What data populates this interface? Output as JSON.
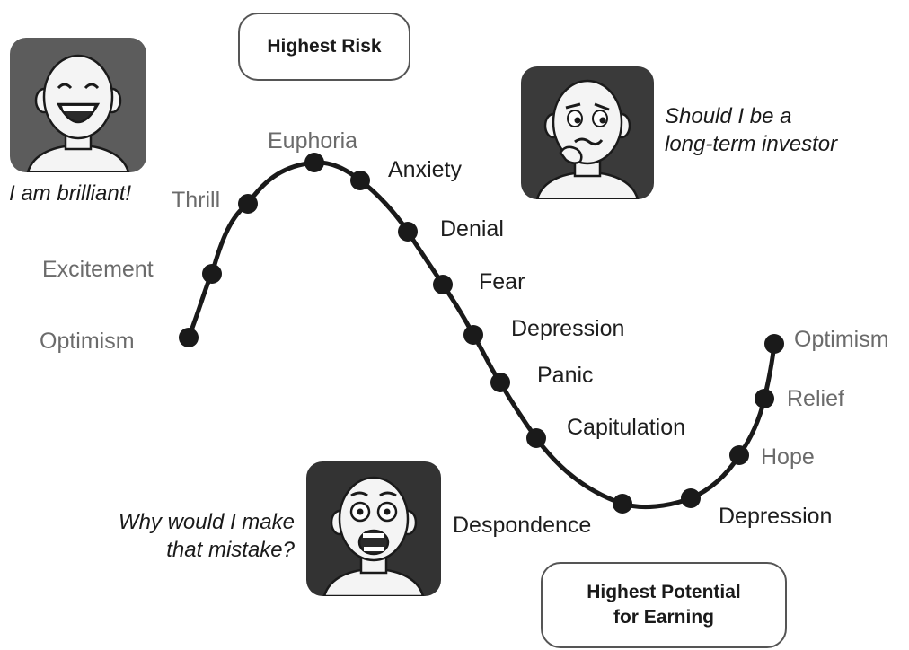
{
  "colors": {
    "curve": "#1a1a1a",
    "dot": "#1a1a1a",
    "label_light": "#6b6b6b",
    "label_dark": "#1e1e1e",
    "tile_euphoria": "#5c5c5c",
    "tile_anxiety": "#3a3a3a",
    "tile_despondence": "#333333",
    "face_skin": "#f4f4f4"
  },
  "callouts": {
    "highest_risk": "Highest Risk",
    "highest_potential_line1": "Highest Potential",
    "highest_potential_line2": "for Earning"
  },
  "captions": {
    "brilliant": "I am brilliant!",
    "investor_line1": "Should I be a",
    "investor_line2": "long-term investor",
    "mistake_line1": "Why would I make",
    "mistake_line2": "that mistake?"
  },
  "faces": {
    "euphoria": "laughing-face-icon",
    "anxiety": "worried-face-icon",
    "despondence": "screaming-face-icon"
  },
  "stages": [
    {
      "id": "optimism-start",
      "label": "Optimism",
      "tone": "light"
    },
    {
      "id": "excitement",
      "label": "Excitement",
      "tone": "light"
    },
    {
      "id": "thrill",
      "label": "Thrill",
      "tone": "light"
    },
    {
      "id": "euphoria",
      "label": "Euphoria",
      "tone": "light"
    },
    {
      "id": "anxiety",
      "label": "Anxiety",
      "tone": "dark"
    },
    {
      "id": "denial",
      "label": "Denial",
      "tone": "dark"
    },
    {
      "id": "fear",
      "label": "Fear",
      "tone": "dark"
    },
    {
      "id": "depression-1",
      "label": "Depression",
      "tone": "dark"
    },
    {
      "id": "panic",
      "label": "Panic",
      "tone": "dark"
    },
    {
      "id": "capitulation",
      "label": "Capitulation",
      "tone": "dark"
    },
    {
      "id": "despondence",
      "label": "Despondence",
      "tone": "dark"
    },
    {
      "id": "depression-2",
      "label": "Depression",
      "tone": "dark"
    },
    {
      "id": "hope",
      "label": "Hope",
      "tone": "light"
    },
    {
      "id": "relief",
      "label": "Relief",
      "tone": "light"
    },
    {
      "id": "optimism-end",
      "label": "Optimism",
      "tone": "light"
    }
  ]
}
